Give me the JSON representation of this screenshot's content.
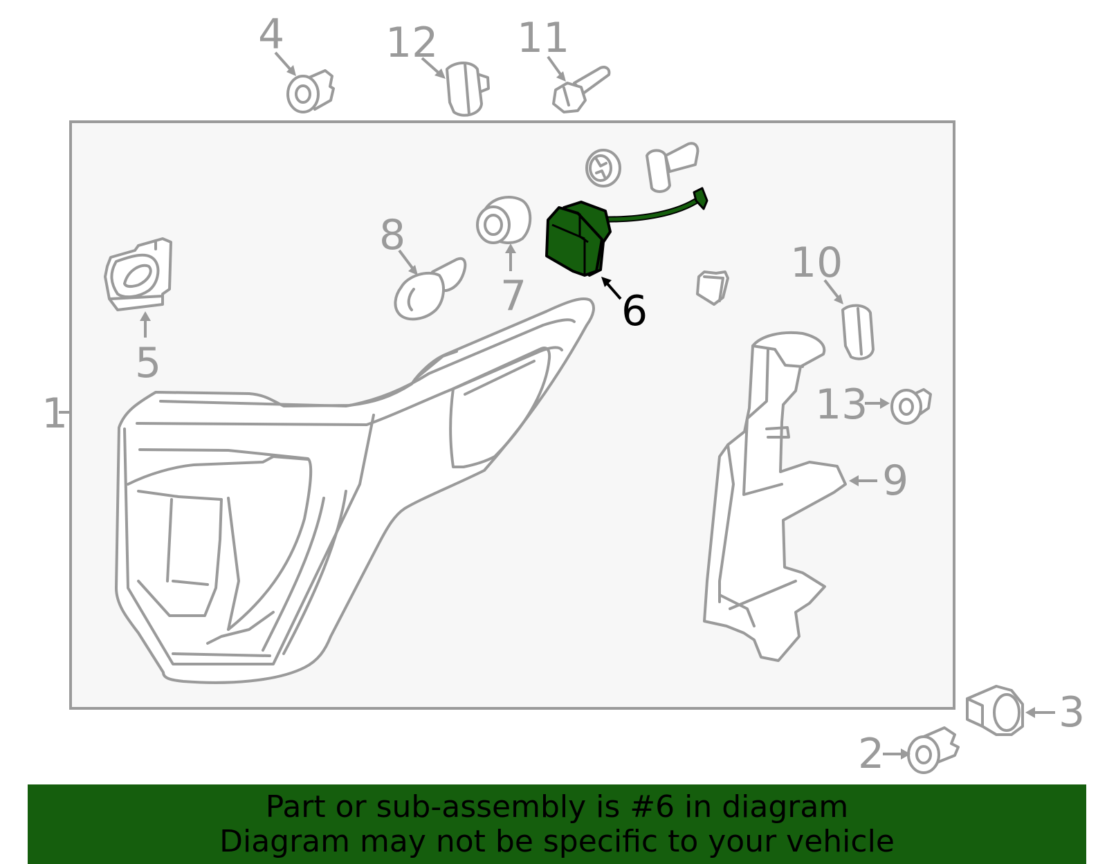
{
  "colors": {
    "highlight": "#155e0d",
    "banner": "#155e0d",
    "part_line": "#9a9a9a",
    "panel_bg": "#f7f7f7",
    "panel_border": "#9a9a9a",
    "callout_default": "#9a9a9a",
    "callout_selected": "#000000"
  },
  "diagram": {
    "selected_part": "6",
    "callouts": [
      "1",
      "2",
      "3",
      "4",
      "5",
      "6",
      "7",
      "8",
      "9",
      "10",
      "11",
      "12",
      "13"
    ]
  },
  "footer": {
    "line1": "Part or sub-assembly is #6 in diagram",
    "line2": "Diagram may not be specific to your vehicle"
  }
}
